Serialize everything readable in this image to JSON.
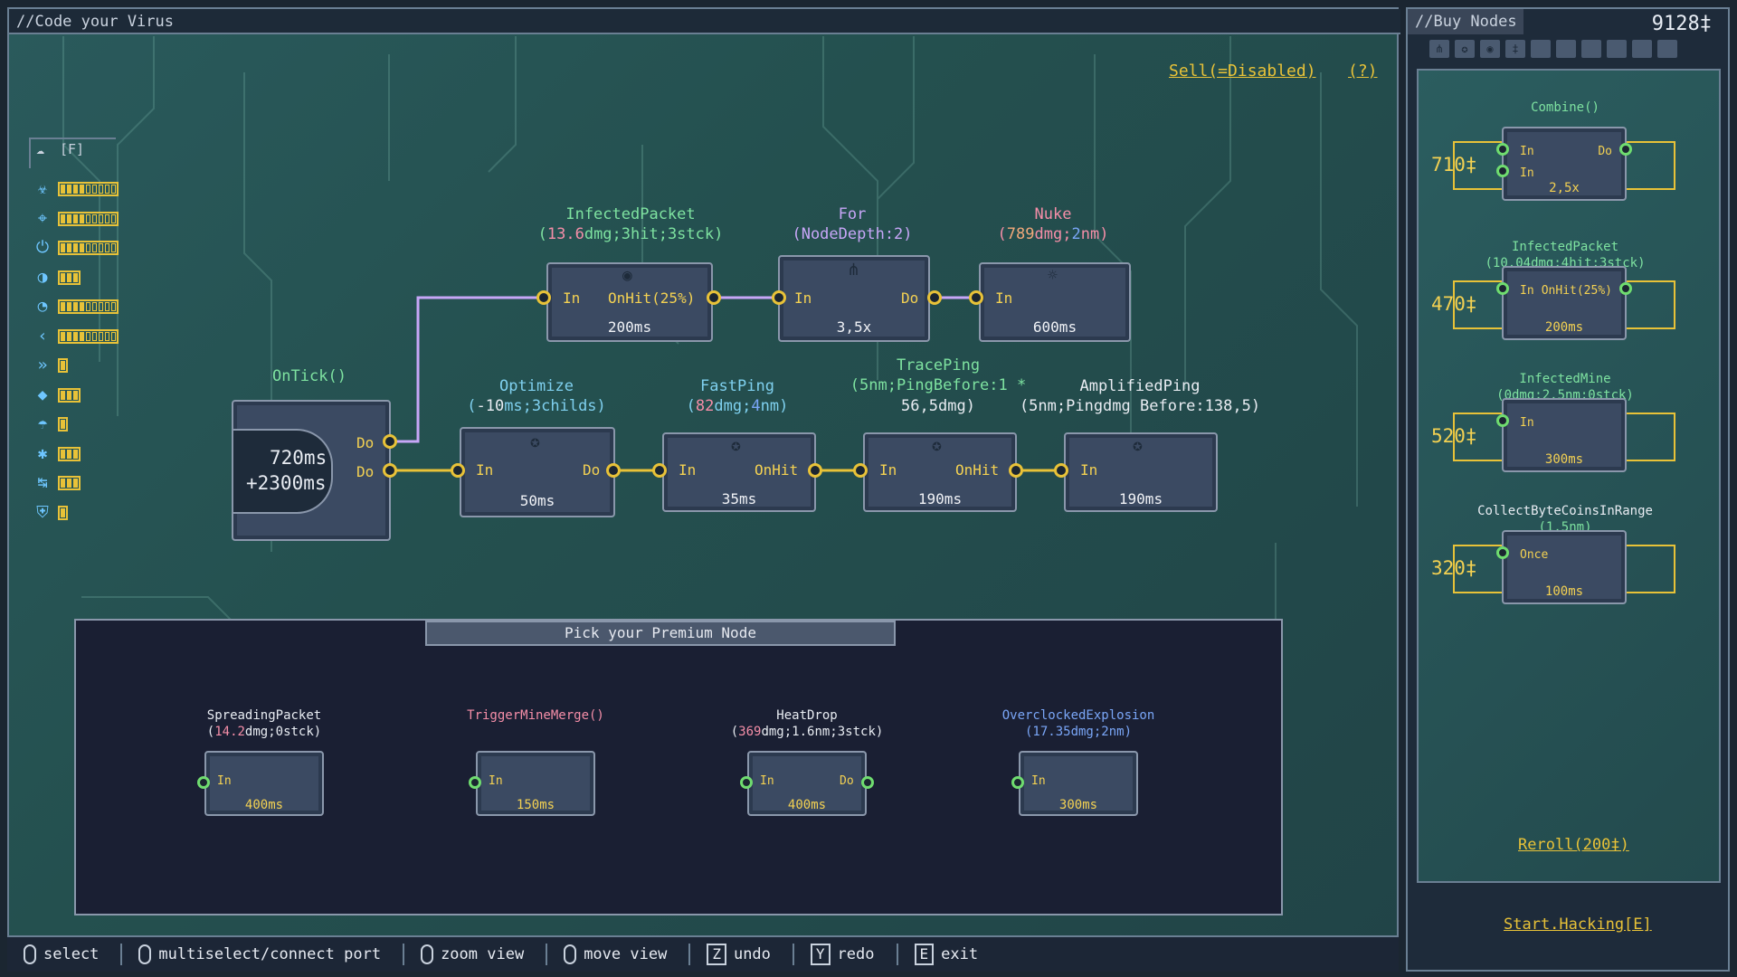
{
  "editor": {
    "title": "//Code your Virus",
    "sell_label": "Sell(=Disabled)",
    "help_label": "(?)"
  },
  "shop": {
    "title": "//Buy Nodes",
    "coins": "9128‡",
    "reroll_label": "Reroll(200‡)",
    "start_label": "Start.Hacking[E]",
    "items": [
      {
        "name": "Combine()",
        "stats": "",
        "price": "710‡",
        "ports_left": [
          "In",
          "In"
        ],
        "ports_right": [
          "Do"
        ],
        "time": "2,5x"
      },
      {
        "name": "InfectedPacket",
        "stats": "(10.04dmg;4hit;3stck)",
        "price": "470‡",
        "ports_left": [
          "In"
        ],
        "ports_right": [
          "OnHit(25%)"
        ],
        "time": "200ms"
      },
      {
        "name": "InfectedMine",
        "stats": "(0dmg;2.5nm;0stck)",
        "price": "520‡",
        "ports_left": [
          "In"
        ],
        "ports_right": [],
        "time": "300ms"
      },
      {
        "name": "CollectByteCoinsInRange",
        "stats": "(1.5nm)",
        "price": "320‡",
        "ports_left": [
          "Once"
        ],
        "ports_right": [],
        "time": "100ms"
      }
    ]
  },
  "sidebar": {
    "header": "[F]",
    "stats": [
      {
        "icon": "biohazard-icon",
        "glyph": "☣",
        "filled": 4,
        "total": 9
      },
      {
        "icon": "crosshair-icon",
        "glyph": "⌖",
        "filled": 4,
        "total": 9
      },
      {
        "icon": "power-icon",
        "glyph": "⏻",
        "filled": 4,
        "total": 9
      },
      {
        "icon": "eye-icon",
        "glyph": "◑",
        "filled": 3,
        "total": 3
      },
      {
        "icon": "speedometer-icon",
        "glyph": "◔",
        "filled": 4,
        "total": 9
      },
      {
        "icon": "share-icon",
        "glyph": "‹",
        "filled": 4,
        "total": 9
      },
      {
        "icon": "fast-forward-icon",
        "glyph": "»",
        "filled": 1,
        "total": 1
      },
      {
        "icon": "diamond-icon",
        "glyph": "◆",
        "filled": 3,
        "total": 3
      },
      {
        "icon": "umbrella-icon",
        "glyph": "☂",
        "filled": 1,
        "total": 1
      },
      {
        "icon": "network-icon",
        "glyph": "✱",
        "filled": 3,
        "total": 3
      },
      {
        "icon": "range-icon",
        "glyph": "↹",
        "filled": 3,
        "total": 3
      },
      {
        "icon": "shield-slash-icon",
        "glyph": "⛨",
        "filled": 1,
        "total": 1
      }
    ]
  },
  "graph": {
    "ontick": {
      "title": "OnTick()",
      "line1": "720ms",
      "line2": "+2300ms",
      "port1": "Do",
      "port2": "Do"
    },
    "infected_packet": {
      "title": "InfectedPacket",
      "stats_open": "(",
      "dmg": "13.6",
      "stats_rest": "dmg;3hit;3stck)",
      "in": "In",
      "out": "OnHit(25%)",
      "time": "200ms"
    },
    "for_node": {
      "title": "For",
      "stats": "(NodeDepth:2)",
      "in": "In",
      "out": "Do",
      "time": "3,5x"
    },
    "nuke": {
      "title": "Nuke",
      "stats_open": "(",
      "dmg": "789",
      "stats_mid": "dmg;",
      "nm": "2",
      "stats_rest": "nm)",
      "in": "In",
      "time": "600ms"
    },
    "optimize": {
      "title": "Optimize",
      "stats_open": "(",
      "val": "-10",
      "stats_rest": "ms;3childs)",
      "in": "In",
      "out": "Do",
      "time": "50ms"
    },
    "fastping": {
      "title": "FastPing",
      "stats_open": "(",
      "dmg": "82",
      "stats_mid": "dmg;",
      "nm": "4",
      "stats_rest": "nm)",
      "in": "In",
      "out": "OnHit",
      "time": "35ms"
    },
    "traceping": {
      "title": "TracePing",
      "stats_line1": "(5nm;PingBefore:1 *",
      "stats_line2": "56,5dmg)",
      "in": "In",
      "out": "OnHit",
      "time": "190ms"
    },
    "amplifiedping": {
      "title": "AmplifiedPing",
      "stats": "(5nm;Pingdmg Before:138,5)",
      "in": "In",
      "time": "190ms"
    }
  },
  "premium": {
    "title": "Pick your Premium Node",
    "items": [
      {
        "name": "SpreadingPacket",
        "stats_open": "(",
        "dmg": "14.2",
        "stats_rest": "dmg;0stck)",
        "in": "In",
        "out": "",
        "time": "400ms"
      },
      {
        "name": "TriggerMineMerge()",
        "stats_open": "",
        "dmg": "",
        "stats_rest": "",
        "in": "In",
        "out": "",
        "time": "150ms"
      },
      {
        "name": "HeatDrop",
        "stats_open": "(",
        "dmg": "369",
        "stats_rest": "dmg;1.6nm;3stck)",
        "in": "In",
        "out": "Do",
        "time": "400ms"
      },
      {
        "name": "OverclockedExplosion",
        "stats_open": "",
        "dmg": "",
        "stats_rest": "(17.35dmg;2nm)",
        "in": "In",
        "out": "",
        "time": "300ms"
      }
    ]
  },
  "controls": [
    {
      "key": "",
      "label": "select"
    },
    {
      "key": "",
      "label": "multiselect/connect port"
    },
    {
      "key": "",
      "label": "zoom view"
    },
    {
      "key": "",
      "label": "move view"
    },
    {
      "key": "Z",
      "label": "undo"
    },
    {
      "key": "Y",
      "label": "redo"
    },
    {
      "key": "E",
      "label": "exit"
    }
  ]
}
